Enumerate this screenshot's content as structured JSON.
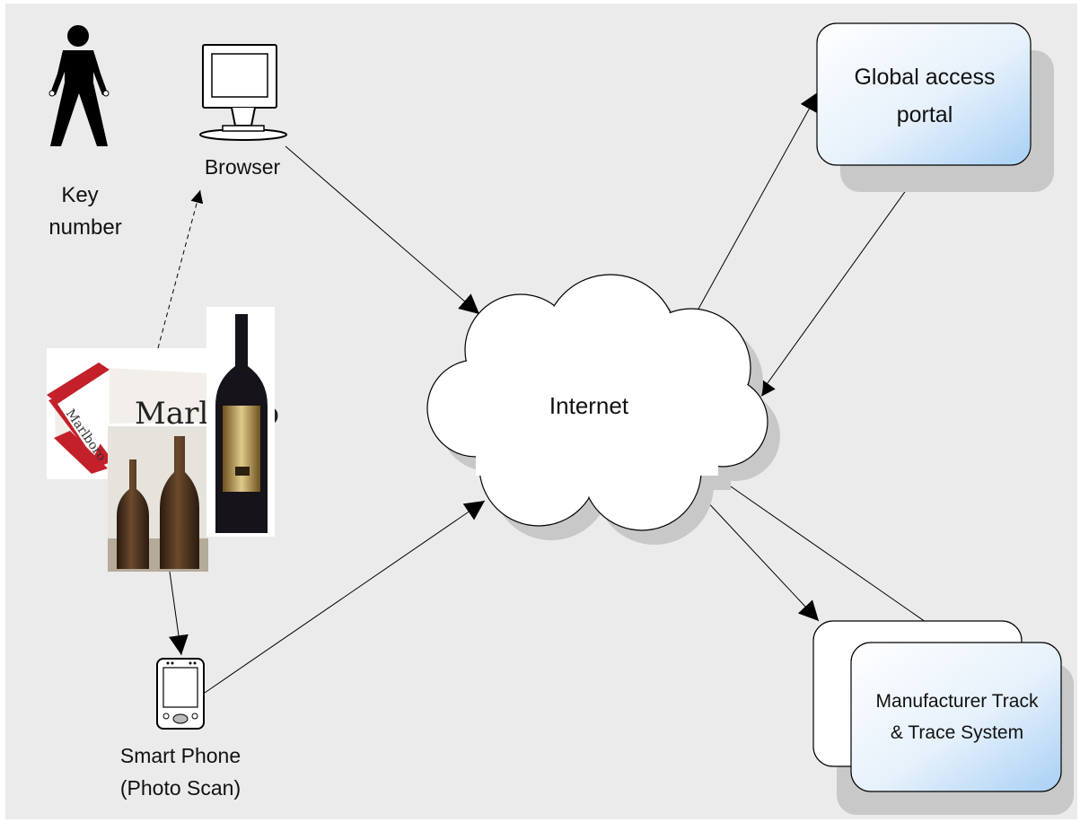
{
  "diagram": {
    "nodes": {
      "key_number": {
        "line1": "Key",
        "line2": "number",
        "icon": "person-icon"
      },
      "browser": {
        "label": "Browser",
        "icon": "monitor-icon"
      },
      "internet": {
        "label": "Internet",
        "shape": "cloud"
      },
      "portal": {
        "line1": "Global access",
        "line2": "portal"
      },
      "manufacturer": {
        "line1": "Manufacturer Track",
        "line2": "& Trace System"
      },
      "smart_phone": {
        "line1": "Smart Phone",
        "line2": "(Photo Scan)",
        "icon": "pda-icon"
      },
      "products": {
        "icon": "product-photos",
        "cigarette_brand": "Marlboro",
        "items": [
          "cigarette-pack",
          "beer-bottles",
          "wine-bottle"
        ]
      }
    },
    "edges": [
      {
        "from": "products",
        "to": "browser",
        "style": "dashed"
      },
      {
        "from": "browser",
        "to": "internet",
        "style": "solid"
      },
      {
        "from": "products",
        "to": "smart_phone",
        "style": "solid"
      },
      {
        "from": "smart_phone",
        "to": "internet",
        "style": "solid"
      },
      {
        "from": "internet",
        "to": "portal",
        "style": "solid"
      },
      {
        "from": "portal",
        "to": "internet",
        "style": "solid"
      },
      {
        "from": "internet",
        "to": "manufacturer",
        "style": "solid"
      },
      {
        "from": "internet",
        "to": "manufacturer",
        "style": "solid"
      }
    ],
    "colors": {
      "background": "#ebebeb",
      "box_fill_light": "#ffffff",
      "box_fill_blue": "#a8d0f5",
      "shadow": "#c8c8c8",
      "line": "#000000"
    }
  }
}
